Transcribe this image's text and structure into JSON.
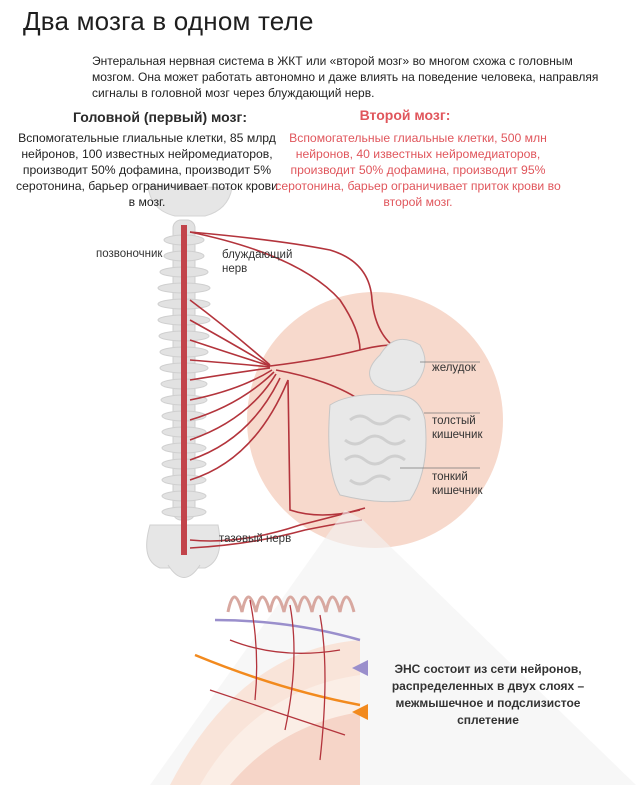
{
  "title": "Два мозга в одном теле",
  "intro": "Энтеральная нервная система в ЖКТ или «второй мозг» во многом схожа с головным мозгом. Она может работать автономно и даже влиять на поведение человека, направляя сигналы в головной мозг через блуждающий нерв.",
  "first_brain": {
    "heading": "Головной (первый) мозг:",
    "text": "Вспомогательные глиальные клетки, 85 млрд нейронов, 100 известных нейромедиаторов, производит 50% дофамина, производит 5% серотонина, барьер ограничивает поток крови в мозг."
  },
  "second_brain": {
    "heading": "Второй мозг:",
    "text": "Вспомогательные глиальные клетки, 500 млн нейронов, 40 известных нейромедиаторов, производит 50% дофамина, производит 95% серотонина, барьер ограничивает приток крови во второй мозг."
  },
  "labels": {
    "spine": "позвоночник",
    "vagus": "блуждающий нерв",
    "stomach": "желудок",
    "colon": "толстый кишечник",
    "small_intestine": "тонкий кишечник",
    "pelvic": "тазовый нерв"
  },
  "ens_note": "ЭНС состоит из сети нейронов, распределенных в двух слоях – межмышечное и подслизистое сплетение",
  "colors": {
    "nerve": "#b3343c",
    "accent": "#e0565c",
    "highlight_circle": "#f7d9cc",
    "gut": "#ececec",
    "myenteric_marker": "#9a8fcc",
    "submucosal_marker": "#f28a1e"
  }
}
